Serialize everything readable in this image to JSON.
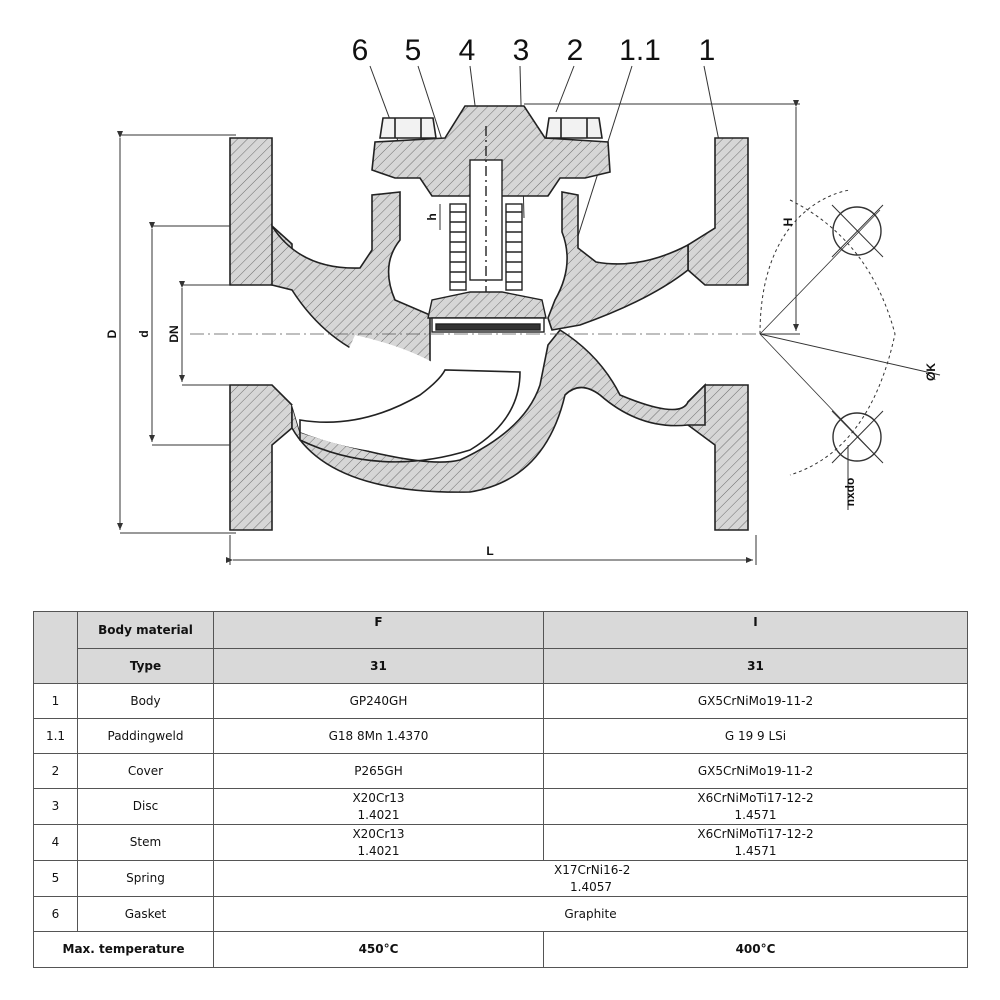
{
  "drawing": {
    "part_numbers": [
      "6",
      "5",
      "4",
      "3",
      "2",
      "1.1",
      "1"
    ],
    "dimensions": {
      "D": "D",
      "d": "d",
      "DN": "DN",
      "L": "L",
      "H": "H",
      "h": "h",
      "K": "ØK",
      "bolt_holes": "nxdo"
    }
  },
  "table": {
    "header": {
      "body_material_label": "Body material",
      "type_label": "Type",
      "col_f": "F",
      "col_i": "I",
      "type_f": "31",
      "type_i": "31"
    },
    "rows": [
      {
        "no": "1",
        "part": "Body",
        "f": [
          "GP240GH"
        ],
        "i": [
          "GX5CrNiMo19-11-2"
        ]
      },
      {
        "no": "1.1",
        "part": "Paddingweld",
        "f": [
          "G18 8Mn  1.4370"
        ],
        "i": [
          "G 19 9 LSi"
        ]
      },
      {
        "no": "2",
        "part": "Cover",
        "f": [
          "P265GH"
        ],
        "i": [
          "GX5CrNiMo19-11-2"
        ]
      },
      {
        "no": "3",
        "part": "Disc",
        "f": [
          "X20Cr13",
          "1.4021"
        ],
        "i": [
          "X6CrNiMoTi17-12-2",
          "1.4571"
        ]
      },
      {
        "no": "4",
        "part": "Stem",
        "f": [
          "X20Cr13",
          "1.4021"
        ],
        "i": [
          "X6CrNiMoTi17-12-2",
          "1.4571"
        ]
      }
    ],
    "spring": {
      "no": "5",
      "part": "Spring",
      "value": [
        "X17CrNi16-2",
        "1.4057"
      ]
    },
    "gasket": {
      "no": "6",
      "part": "Gasket",
      "value": "Graphite"
    },
    "max_temp": {
      "label": "Max. temperature",
      "f": "450°C",
      "i": "400°C"
    }
  }
}
